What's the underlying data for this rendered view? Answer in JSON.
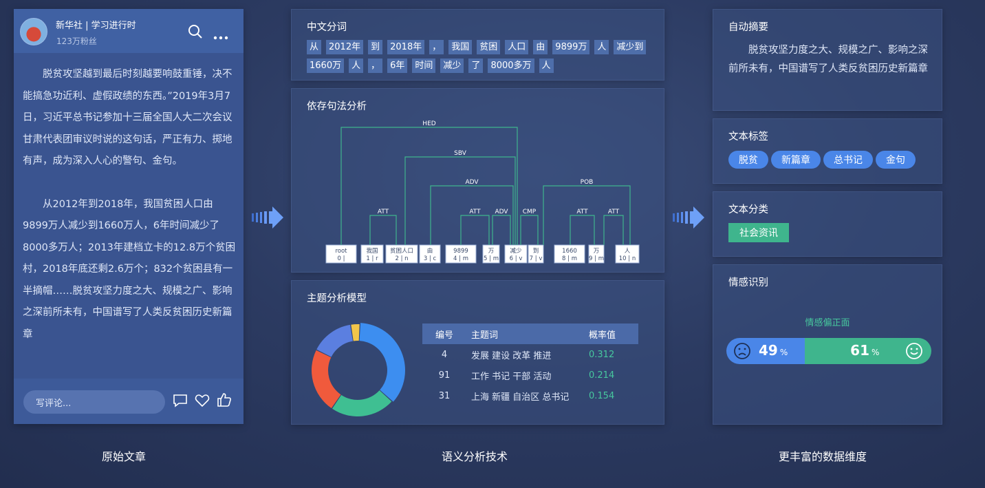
{
  "article": {
    "account_name": "新华社 | 学习进行时",
    "fans": "123万粉丝",
    "paragraph1": "脱贫攻坚越到最后时刻越要响鼓重锤，决不能搞急功近利、虚假政绩的东西。”2019年3月7日，习近平总书记参加十三届全国人大二次会议甘肃代表团审议时说的这句话，严正有力、掷地有声，成为深入人心的警句、金句。",
    "paragraph2": "从2012年到2018年，我国贫困人口由9899万人减少到1660万人，6年时间减少了8000多万人；2013年建档立卡的12.8万个贫困村，2018年底还剩2.6万个；832个贫困县有一半摘帽……脱贫攻坚力度之大、规模之广、影响之深前所未有，中国谱写了人类反贫困历史新篇章",
    "comment_placeholder": "写评论..."
  },
  "captions": {
    "left": "原始文章",
    "middle": "语义分析技术",
    "right": "更丰富的数据维度"
  },
  "segmentation": {
    "title": "中文分词",
    "tokens": [
      "从",
      "2012年",
      "到",
      "2018年",
      "，",
      "我国",
      "贫困",
      "人口",
      "由",
      "9899万",
      "人",
      "减少到",
      "1660万",
      "人",
      "，",
      "6年",
      "时间",
      "减少",
      "了",
      "8000多万",
      "人"
    ]
  },
  "dependency": {
    "title": "依存句法分析",
    "nodes": [
      {
        "word": "root",
        "tag": "0 |"
      },
      {
        "word": "我国",
        "tag": "1 | r"
      },
      {
        "word": "贫困人口",
        "tag": "2 | n"
      },
      {
        "word": "由",
        "tag": "3 | c"
      },
      {
        "word": "9899",
        "tag": "4 | m"
      },
      {
        "word": "万",
        "tag": "5 | m"
      },
      {
        "word": "减少",
        "tag": "6 | v"
      },
      {
        "word": "到",
        "tag": "7 | v"
      },
      {
        "word": "1660",
        "tag": "8 | m"
      },
      {
        "word": "万",
        "tag": "9 | m"
      },
      {
        "word": "人",
        "tag": "10 | n"
      }
    ],
    "arcs": [
      {
        "label": "HED",
        "from": 6,
        "to": 0
      },
      {
        "label": "SBV",
        "from": 6,
        "to": 2
      },
      {
        "label": "ADV",
        "from": 6,
        "to": 3
      },
      {
        "label": "ATT",
        "from": 2,
        "to": 1
      },
      {
        "label": "ATT",
        "from": 5,
        "to": 4
      },
      {
        "label": "ADV",
        "from": 6,
        "to": 5
      },
      {
        "label": "CMP",
        "from": 6,
        "to": 7
      },
      {
        "label": "POB",
        "from": 7,
        "to": 10
      },
      {
        "label": "ATT",
        "from": 9,
        "to": 8
      },
      {
        "label": "ATT",
        "from": 10,
        "to": 9
      }
    ]
  },
  "topic": {
    "title": "主题分析模型",
    "headers": [
      "编号",
      "主题词",
      "概率值"
    ],
    "rows": [
      {
        "id": "4",
        "words": "发展 建设 改革 推进",
        "prob": "0.312"
      },
      {
        "id": "91",
        "words": "工作 书记 干部 活动",
        "prob": "0.214"
      },
      {
        "id": "31",
        "words": "上海 新疆 自治区 总书记",
        "prob": "0.154"
      }
    ]
  },
  "chart_data": {
    "type": "pie",
    "donut": true,
    "slices": [
      {
        "value": 0.33,
        "color": "#3d8ef0"
      },
      {
        "value": 0.21,
        "color": "#3fbf92"
      },
      {
        "value": 0.21,
        "color": "#f05a3c"
      },
      {
        "value": 0.14,
        "color": "#5b7fe0"
      },
      {
        "value": 0.03,
        "color": "#f2c54a"
      }
    ],
    "title": "",
    "legend": "none"
  },
  "summary": {
    "title": "自动摘要",
    "text": "脱贫攻坚力度之大、规模之广、影响之深前所未有，中国谱写了人类反贫困历史新篇章"
  },
  "tags": {
    "title": "文本标签",
    "items": [
      "脱贫",
      "新篇章",
      "总书记",
      "金句"
    ]
  },
  "classification": {
    "title": "文本分类",
    "label": "社会资讯"
  },
  "sentiment": {
    "title": "情感识别",
    "label": "情感偏正面",
    "negative_pct": 49,
    "positive_pct": 61,
    "negative_text": "49",
    "positive_text": "61",
    "unit": "%"
  },
  "colors": {
    "accent_blue": "#4a86e8",
    "accent_green": "#3fb58d",
    "prob_green": "#47c89e"
  }
}
